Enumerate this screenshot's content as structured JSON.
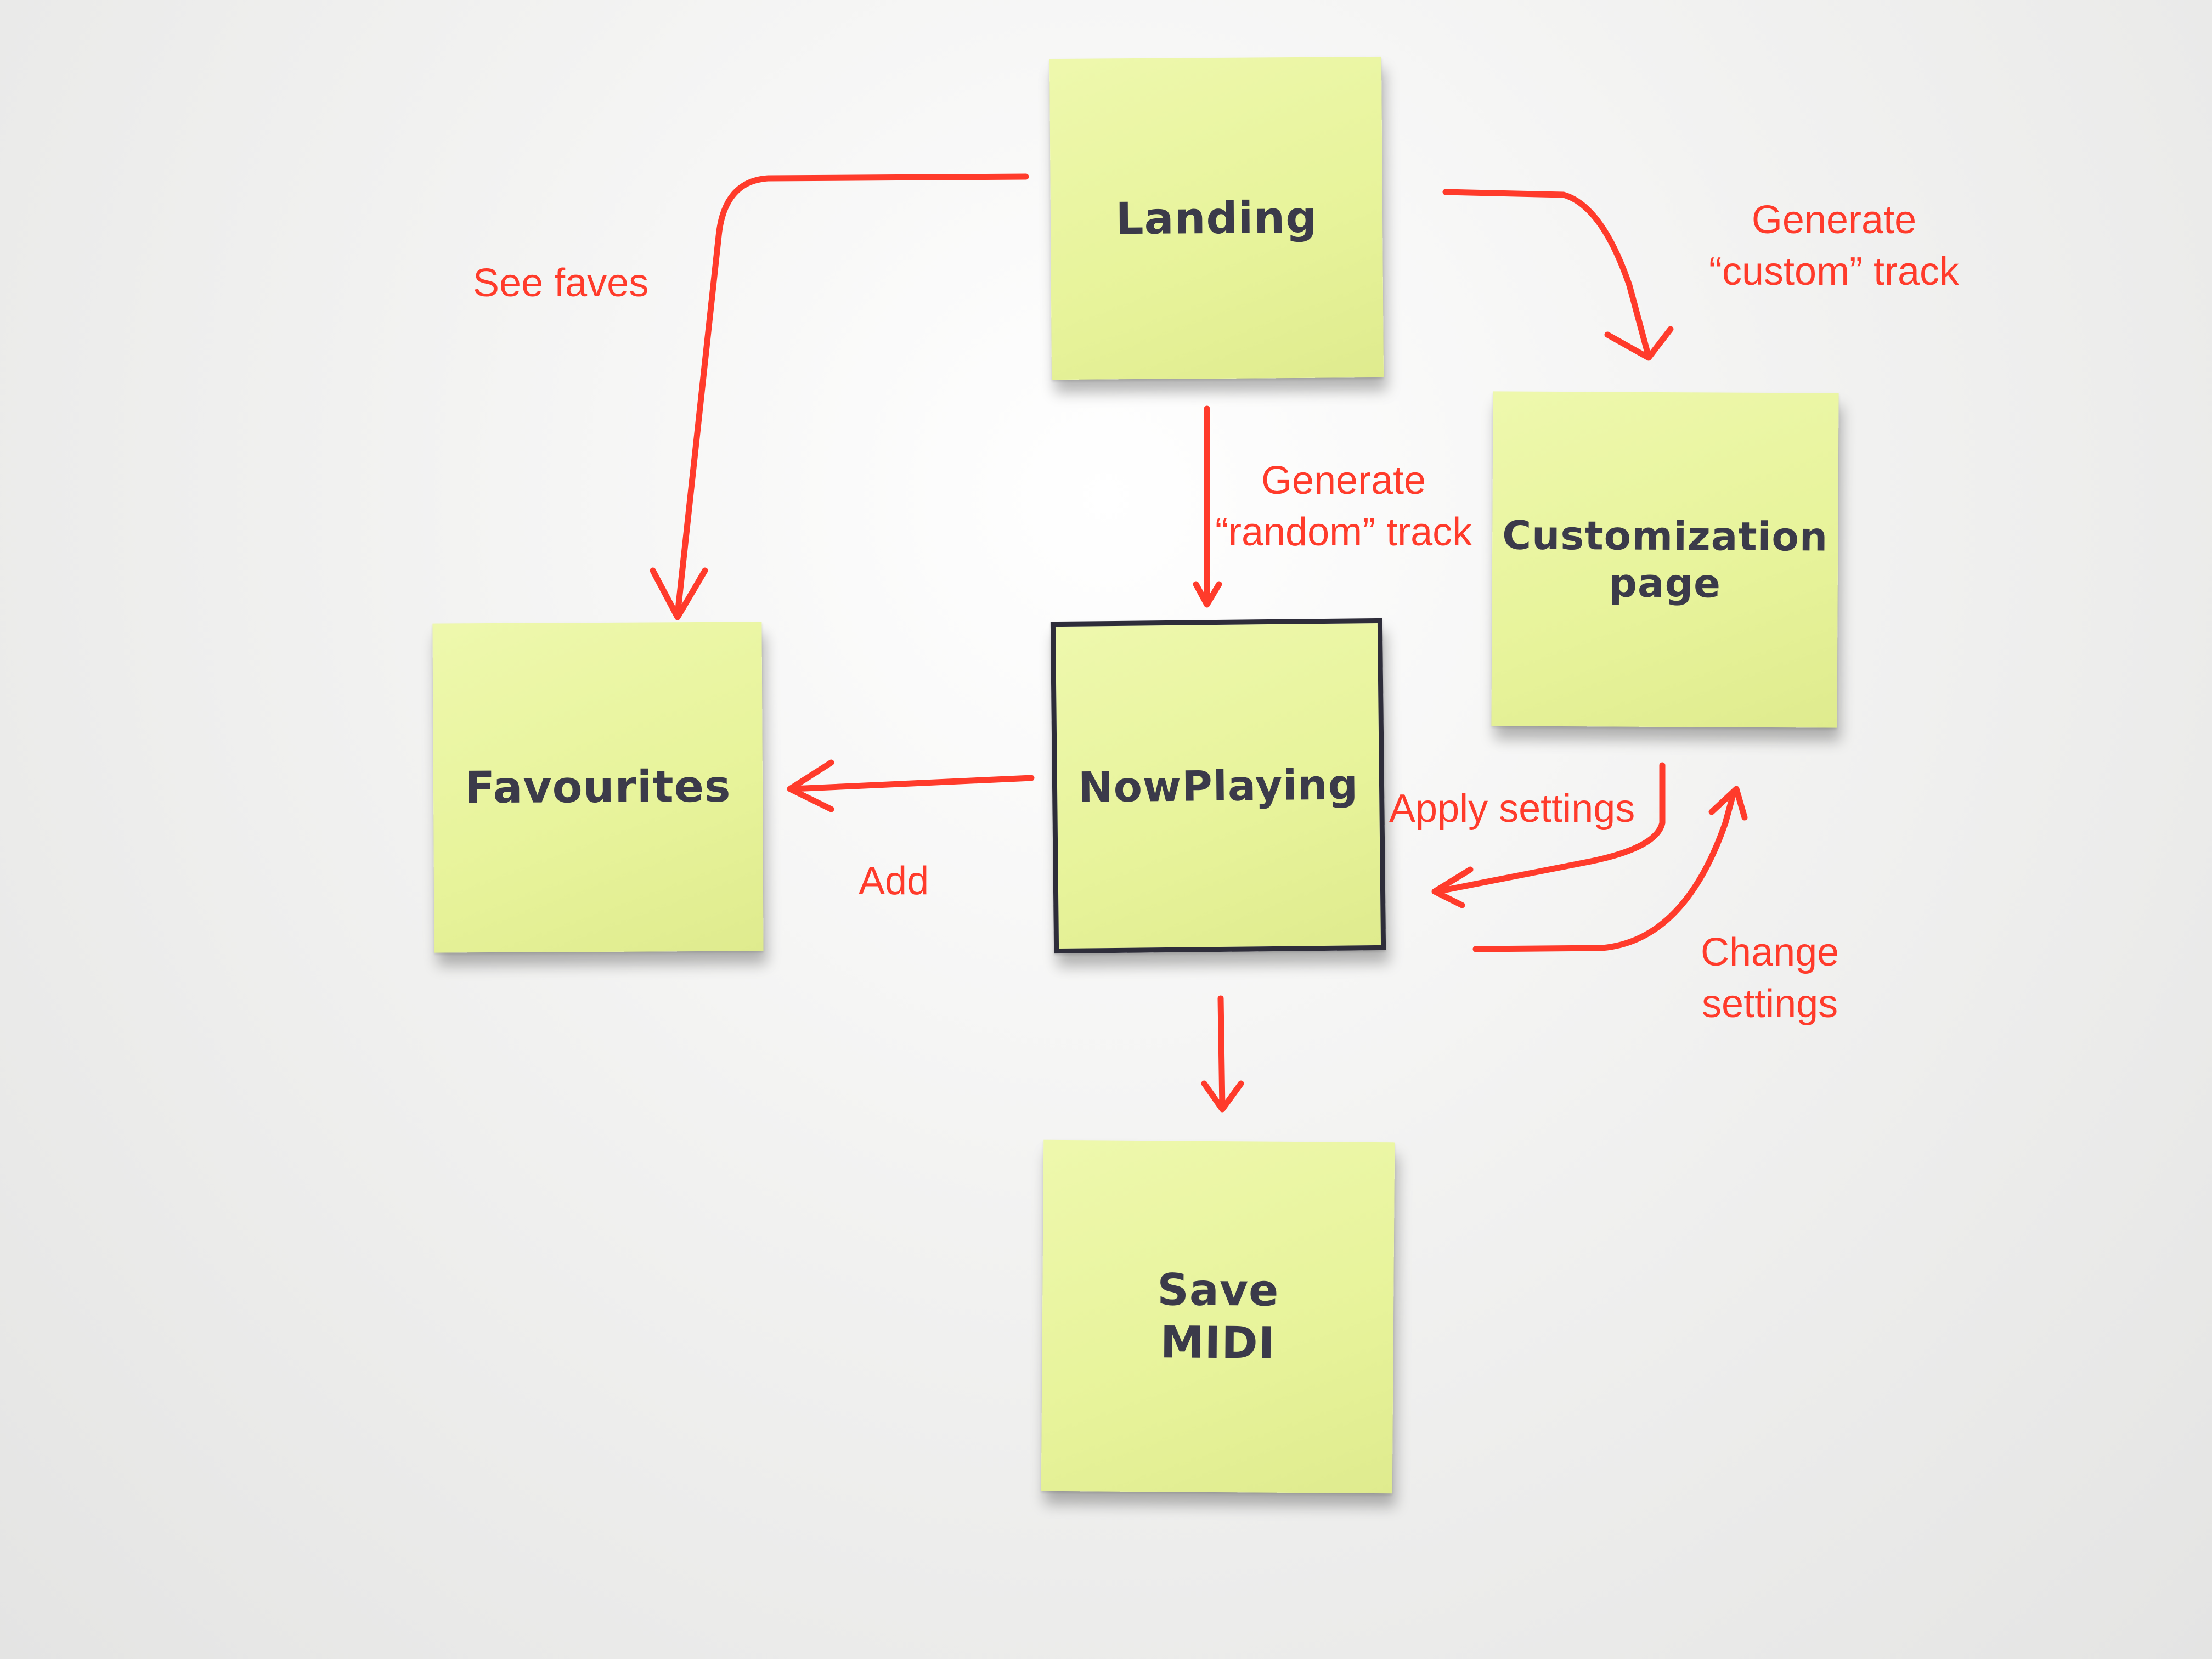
{
  "notes": {
    "landing": "Landing",
    "customization": "Customization\npage",
    "favourites": "Favourites",
    "now_playing": "NowPlaying",
    "save_midi": "Save\nMIDI"
  },
  "edges": {
    "see_faves": "See faves",
    "generate_custom": "Generate\n“custom” track",
    "generate_random": "Generate\n“random” track",
    "add": "Add",
    "apply_settings": "Apply settings",
    "change_settings": "Change\nsettings"
  },
  "colors": {
    "note": "#e7f39a",
    "ink": "#3b3a4a",
    "arrow": "#ff3b2b"
  }
}
